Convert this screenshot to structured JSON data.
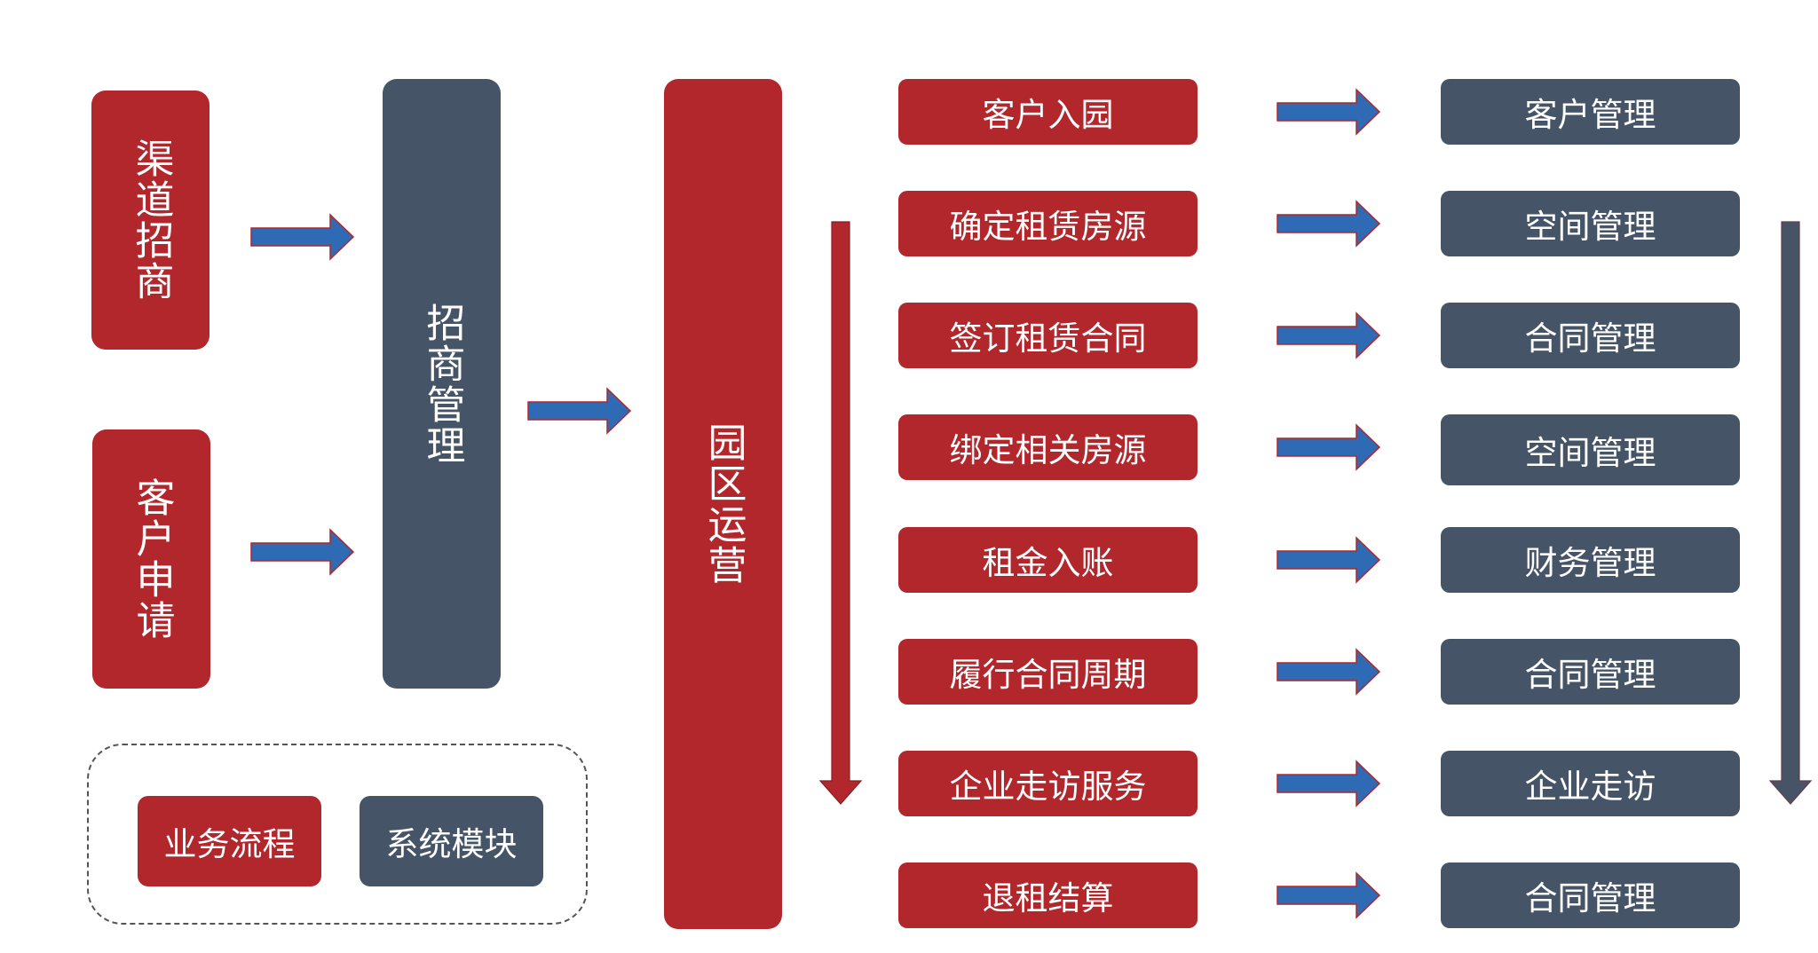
{
  "colors": {
    "business_process": "#b1272c",
    "system_module": "#465468",
    "flow_arrow": "#2f6bb5",
    "down_arrow_red": "#b1272c",
    "down_arrow_slate": "#465468"
  },
  "sources": {
    "channel": "渠道招商",
    "customer_application": "客户申请"
  },
  "investment_management": "招商管理",
  "park_operation": "园区运营",
  "steps": [
    {
      "process": "客户入园",
      "module": "客户管理"
    },
    {
      "process": "确定租赁房源",
      "module": "空间管理"
    },
    {
      "process": "签订租赁合同",
      "module": "合同管理"
    },
    {
      "process": "绑定相关房源",
      "module": "空间管理"
    },
    {
      "process": "租金入账",
      "module": "财务管理"
    },
    {
      "process": "履行合同周期",
      "module": "合同管理"
    },
    {
      "process": "企业走访服务",
      "module": "企业走访"
    },
    {
      "process": "退租结算",
      "module": "合同管理"
    }
  ],
  "legend": {
    "business_process": "业务流程",
    "system_module": "系统模块"
  }
}
